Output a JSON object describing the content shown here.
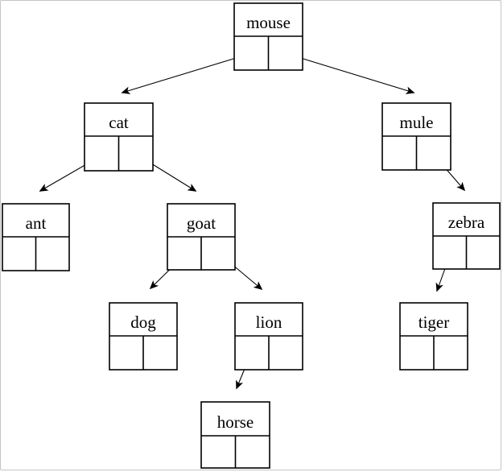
{
  "diagram": {
    "type": "binary-tree",
    "description": "Binary tree of animal names; each node drawn as a record box with a name field on top and left/right pointer cells below, pointers drawn as arrows to child nodes",
    "nodes": {
      "mouse": {
        "label": "mouse"
      },
      "cat": {
        "label": "cat"
      },
      "mule": {
        "label": "mule"
      },
      "ant": {
        "label": "ant"
      },
      "goat": {
        "label": "goat"
      },
      "zebra": {
        "label": "zebra"
      },
      "dog": {
        "label": "dog"
      },
      "lion": {
        "label": "lion"
      },
      "tiger": {
        "label": "tiger"
      },
      "horse": {
        "label": "horse"
      }
    },
    "edges": [
      {
        "from": "mouse",
        "pointer": "left",
        "to": "cat"
      },
      {
        "from": "mouse",
        "pointer": "right",
        "to": "mule"
      },
      {
        "from": "cat",
        "pointer": "left",
        "to": "ant"
      },
      {
        "from": "cat",
        "pointer": "right",
        "to": "goat"
      },
      {
        "from": "mule",
        "pointer": "right",
        "to": "zebra"
      },
      {
        "from": "goat",
        "pointer": "left",
        "to": "dog"
      },
      {
        "from": "goat",
        "pointer": "right",
        "to": "lion"
      },
      {
        "from": "zebra",
        "pointer": "left",
        "to": "tiger"
      },
      {
        "from": "lion",
        "pointer": "left",
        "to": "horse"
      }
    ],
    "colors": {
      "stroke": "#000000",
      "background": "#ffffff",
      "frame_border": "#c4c4c4"
    }
  }
}
